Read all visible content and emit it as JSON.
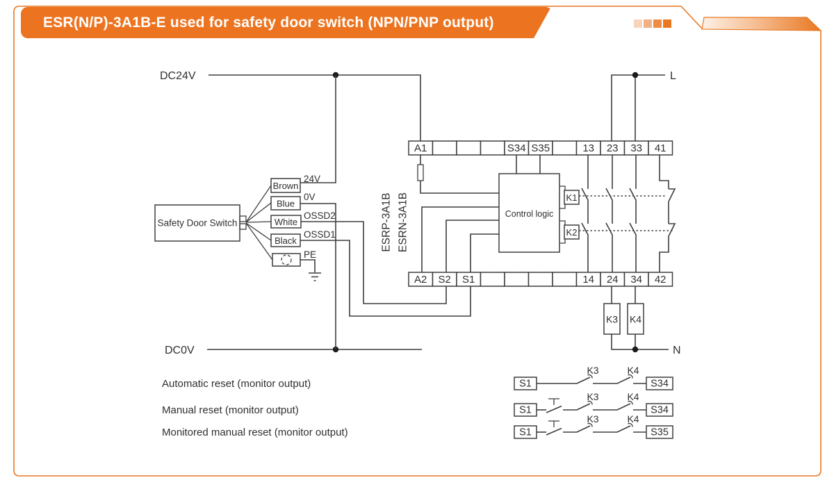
{
  "header": {
    "title": "ESR(N/P)-3A1B-E used for safety door switch (NPN/PNP output)"
  },
  "colors": {
    "accent": "#E87722",
    "line": "#3D3D3D",
    "squares": [
      "#F7D5BC",
      "#F2B185",
      "#EE8C45",
      "#E97921"
    ]
  },
  "power": {
    "dc24v": "DC24V",
    "dc0v": "DC0V",
    "line_l": "L",
    "neutral_n": "N"
  },
  "sensor": {
    "label": "Safety Door Switch",
    "wires": [
      {
        "color": "Brown",
        "signal": "24V"
      },
      {
        "color": "Blue",
        "signal": "0V"
      },
      {
        "color": "White",
        "signal": "OSSD2"
      },
      {
        "color": "Black",
        "signal": "OSSD1"
      },
      {
        "color": "",
        "signal": "PE"
      }
    ]
  },
  "device": {
    "model_pnp": "ESRP-3A1B",
    "model_npn": "ESRN-3A1B",
    "control_logic": "Control logic",
    "relays": {
      "k1": "K1",
      "k2": "K2",
      "k3": "K3",
      "k4": "K4"
    }
  },
  "strips": {
    "top": [
      "A1",
      "",
      "",
      "",
      "S34",
      "S35",
      "",
      "13",
      "23",
      "33",
      "41"
    ],
    "bottom": [
      "A2",
      "S2",
      "S1",
      "",
      "",
      "",
      "",
      "14",
      "24",
      "34",
      "42"
    ]
  },
  "reset_rows": [
    {
      "caption": "Automatic reset (monitor output)",
      "from": "S1",
      "c1": "K3",
      "c2": "K4",
      "to": "S34"
    },
    {
      "caption": "Manual reset (monitor output)",
      "from": "S1",
      "c1": "K3",
      "c2": "K4",
      "to": "S34"
    },
    {
      "caption": "Monitored manual reset (monitor output)",
      "from": "S1",
      "c1": "K3",
      "c2": "K4",
      "to": "S35"
    }
  ]
}
